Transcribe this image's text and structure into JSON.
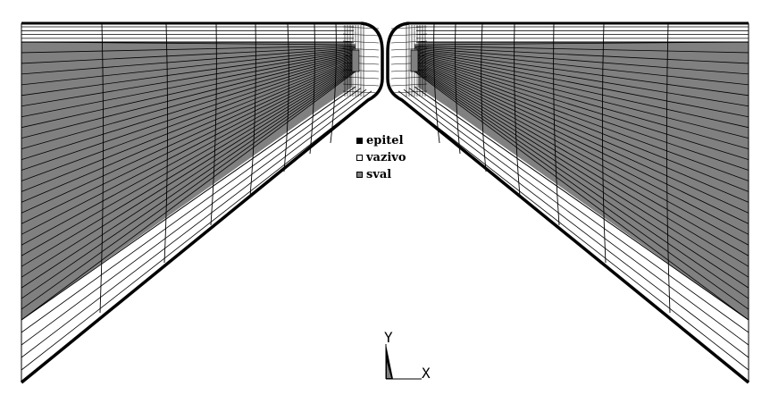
{
  "legend": [
    {
      "label": "epitel",
      "color": "#000000"
    },
    {
      "label": "vazivo",
      "color": "#ffffff"
    },
    {
      "label": "sval",
      "color": "#808080"
    }
  ],
  "axes": {
    "y_label": "Y",
    "x_label": "X"
  },
  "colors": {
    "muscle": "#808080",
    "tissue": "#ffffff",
    "epithelium": "#000000",
    "mesh": "#000000"
  }
}
